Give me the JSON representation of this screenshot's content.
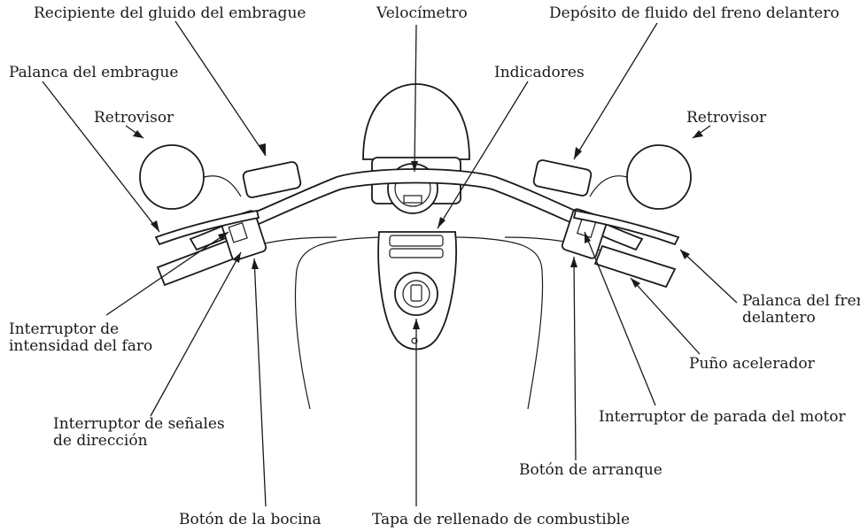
{
  "labels": {
    "clutch_reservoir": "Recipiente del gluido del embrague",
    "speedometer": "Velocímetro",
    "front_brake_reservoir": "Depósito de fluido del freno delantero",
    "clutch_lever": "Palanca del embrague",
    "indicators": "Indicadores",
    "mirror_left": "Retrovisor",
    "mirror_right": "Retrovisor",
    "dimmer_switch_line1": "Interruptor de",
    "dimmer_switch_line2": "intensidad del faro",
    "turn_signal_switch_line1": "Interruptor de señales",
    "turn_signal_switch_line2": "de dirección",
    "horn_button": "Botón de la bocina",
    "fuel_cap": "Tapa de rellenado de combustible",
    "front_brake_lever_line1": "Palanca del freno",
    "front_brake_lever_line2": "delantero",
    "throttle_grip": "Puño acelerador",
    "engine_stop_switch": "Interruptor de parada del motor",
    "start_button": "Botón de arranque"
  }
}
